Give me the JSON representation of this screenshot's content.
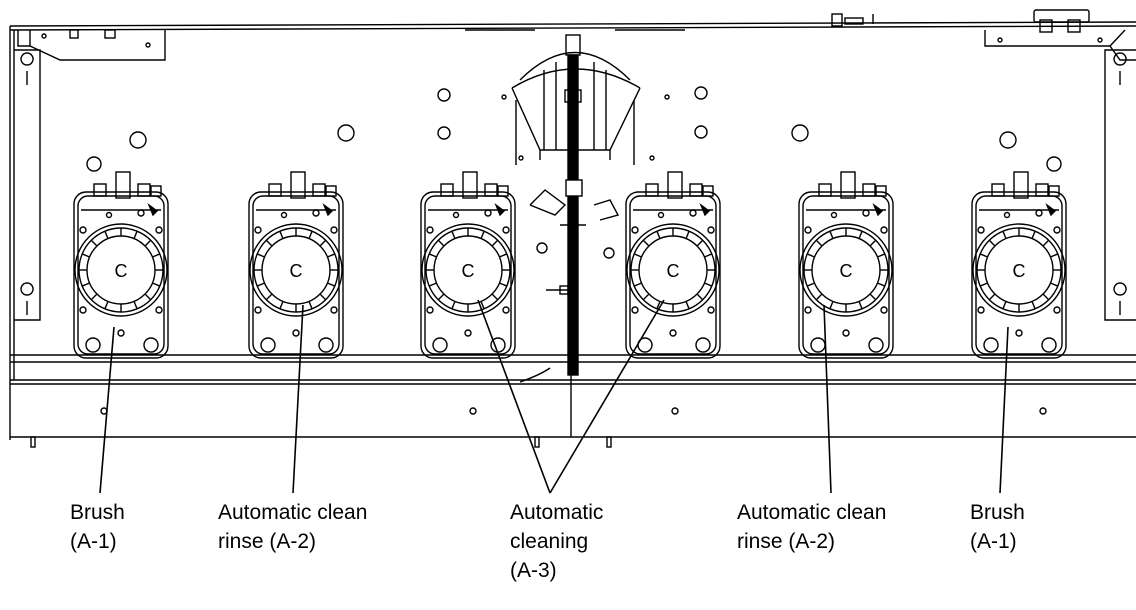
{
  "pump_center_letter": "C",
  "labels": {
    "brush_left": "Brush\n(A-1)",
    "rinse_left": "Automatic clean\nrinse (A-2)",
    "cleaning": "Automatic\ncleaning\n(A-3)",
    "rinse_right": "Automatic clean\nrinse (A-2)",
    "brush_right": "Brush\n(A-1)"
  },
  "colors": {
    "line": "#000000",
    "background": "#ffffff"
  }
}
